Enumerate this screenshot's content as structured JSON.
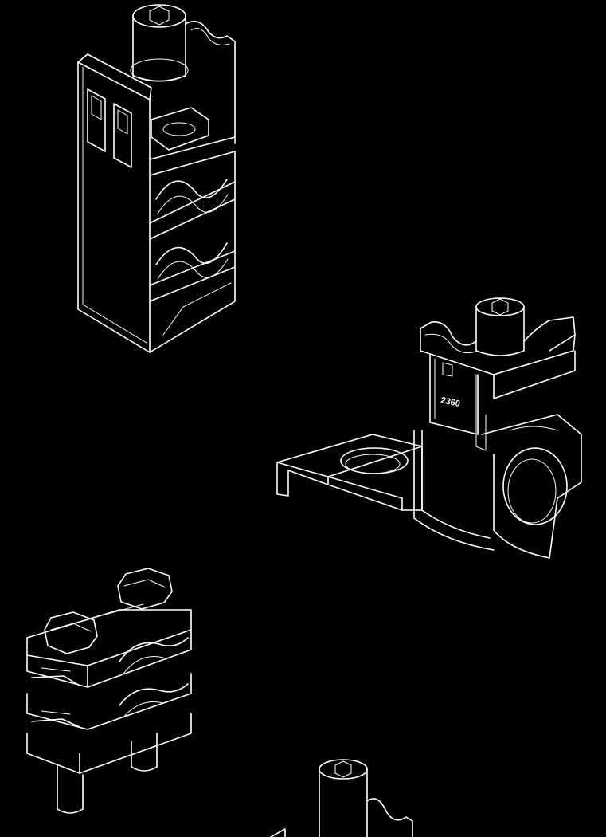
{
  "colors": {
    "background": "#000000",
    "line": "#ffffff"
  },
  "parts": [
    {
      "id": "vertical-clamp",
      "icon": "socket-screw-vertical-clamp"
    },
    {
      "id": "bracket-clamp",
      "icon": "tube-clamp-with-mounting-bracket",
      "marking": "2360"
    },
    {
      "id": "double-bolt-clamp",
      "icon": "two-hex-bolt-parallel-clamp"
    },
    {
      "id": "partial-clamp",
      "icon": "socket-screw-clamp-top"
    }
  ]
}
